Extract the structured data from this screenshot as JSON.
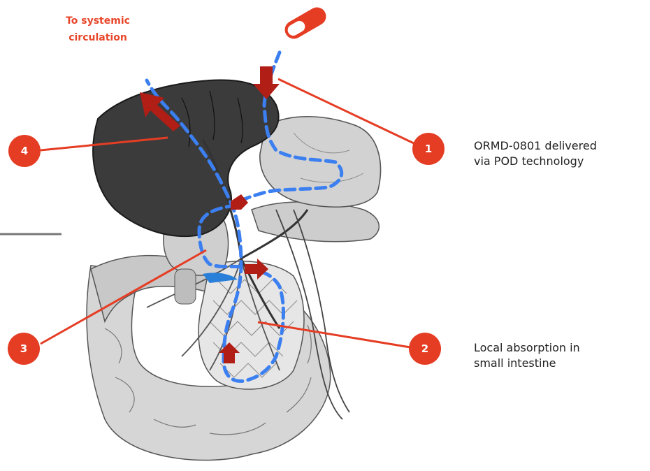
{
  "title": {
    "line1": "To systemic",
    "line2": "circulation"
  },
  "badges": [
    "1",
    "2",
    "3",
    "4"
  ],
  "captions": {
    "c1": {
      "line1": "ORMD-0801 delivered",
      "line2": "via POD technology"
    },
    "c2": {
      "line1": "Local absorption in",
      "line2": "small intestine"
    }
  },
  "colors": {
    "accent_red": "#e53d24",
    "arrow_dark_red": "#b01e16",
    "path_blue": "#3b7ff0",
    "liver": "#3b3b3b",
    "organ_gray": "#d4d4d4",
    "text": "#222222"
  },
  "icons": {
    "pill": "pill-capsule-icon",
    "arrow": "arrow-icon"
  }
}
